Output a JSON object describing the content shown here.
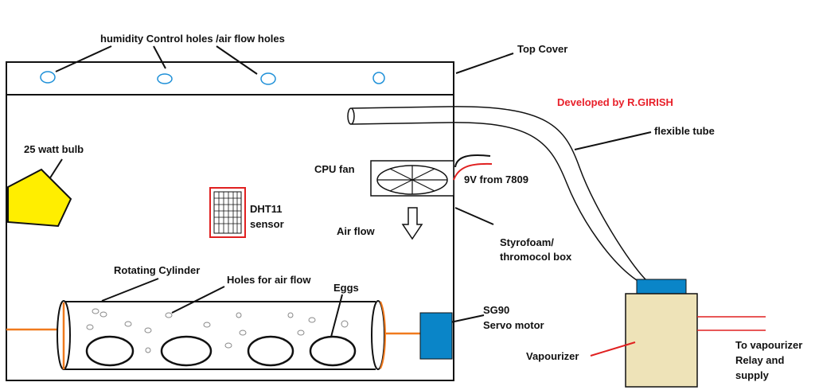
{
  "labels": {
    "humidity_holes": "humidity Control holes /air flow holes",
    "top_cover": "Top Cover",
    "developer": "Developed by R.GIRISH",
    "flexible_tube": "flexible tube",
    "bulb": "25 watt bulb",
    "cpu_fan": "CPU fan",
    "fan_supply": "9V from 7809",
    "dht11_line1": "DHT11",
    "dht11_line2": "sensor",
    "air_flow": "Air flow",
    "box_line1": "Styrofoam/",
    "box_line2": "thromocol box",
    "rotating_cylinder": "Rotating Cylinder",
    "holes_air_flow": "Holes for air flow",
    "eggs": "Eggs",
    "servo_line1": "SG90",
    "servo_line2": "Servo motor",
    "vapourizer": "Vapourizer",
    "relay_line1": "To vapourizer",
    "relay_line2": "Relay and",
    "relay_line3": "supply"
  },
  "colors": {
    "bulb": "#ffee00",
    "servo": "#0a85c8",
    "vapourizer_body": "#eee3b8",
    "vapourizer_cap": "#0a85c8",
    "sensor_frame": "#e02020",
    "air_holes": "#1e90d8",
    "shaft": "#f07a1e",
    "wire_red": "#e02020",
    "developer_text": "#e8202a"
  },
  "icons": {
    "bulb": "pentagon-bulb-icon",
    "fan": "fan-icon",
    "sensor": "grid-sensor-icon",
    "arrow": "down-arrow-icon",
    "servo": "servo-block-icon"
  }
}
